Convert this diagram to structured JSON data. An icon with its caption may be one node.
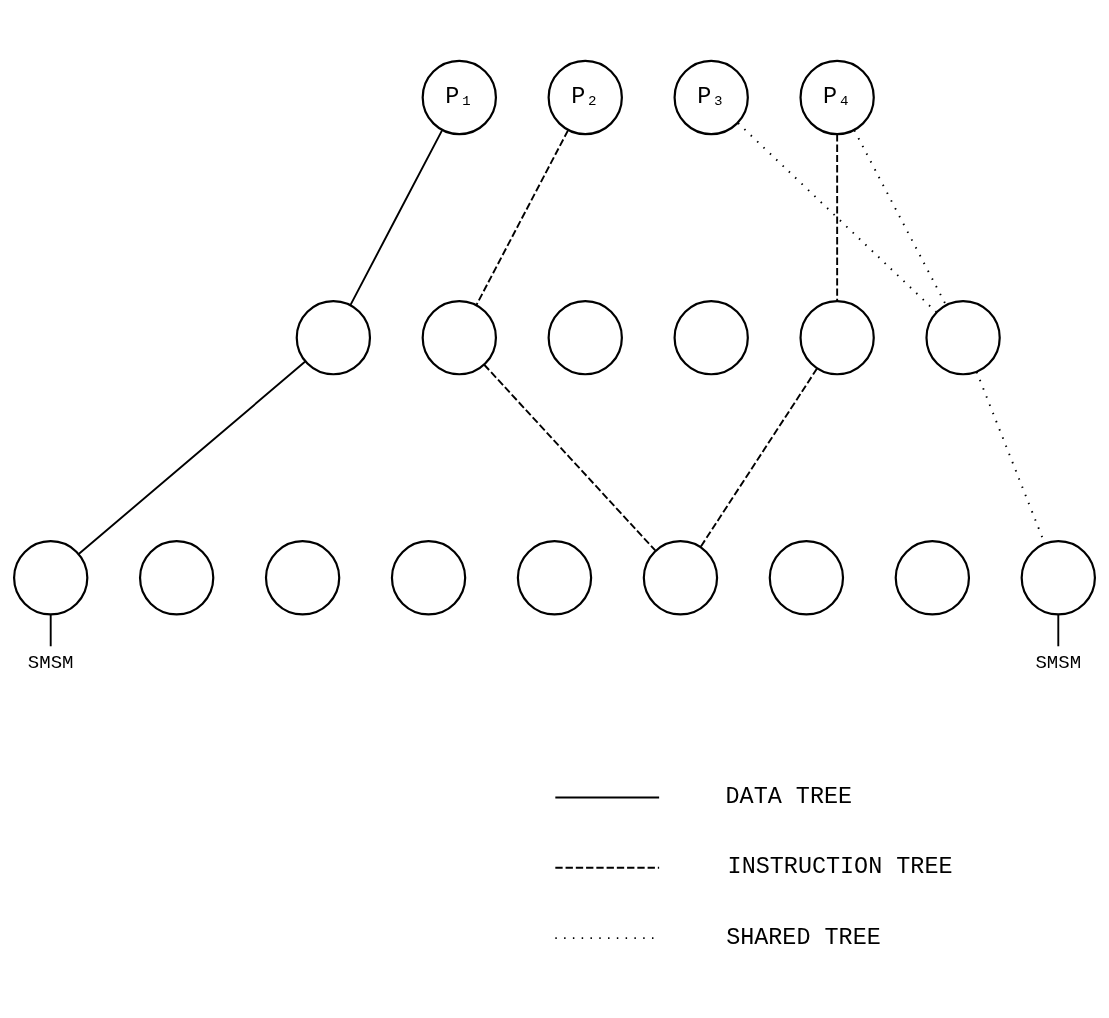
{
  "diagram": {
    "nodes": [
      {
        "text": [
          "P₁"
        ]
      },
      {
        "text": [
          "P₂"
        ]
      },
      {
        "text": [
          "P₃"
        ]
      },
      {
        "text": [
          "P₄"
        ]
      },
      {
        "text": [],
        "shape": "circle"
      },
      {
        "text": [],
        "shape": "circle"
      },
      {
        "text": [],
        "shape": "circle"
      },
      {
        "text": [],
        "shape": "circle"
      },
      {
        "text": [],
        "shape": "circle"
      },
      {
        "text": [],
        "shape": "circle"
      },
      {
        "text": [],
        "shape": "circle"
      },
      {
        "text": [],
        "shape": "circle"
      },
      {
        "text": [],
        "shape": "circle"
      },
      {
        "text": [],
        "shape": "circle"
      },
      {
        "text": [],
        "shape": "circle"
      },
      {
        "text": [],
        "shape": "circle"
      },
      {
        "text": [],
        "shape": "circle"
      },
      {
        "text": [],
        "shape": "circle"
      },
      {
        "text": [],
        "shape": "circle"
      },
      {
        "text": [
          "SMSM"
        ]
      },
      {
        "text": [
          "SMSM"
        ]
      }
    ],
    "edges": [
      {
        "from": 0,
        "to": 4,
        "arrow": "none"
      },
      {
        "from": 4,
        "to": 10,
        "arrow": "none"
      },
      {
        "from": 1,
        "to": 5,
        "arrow": "none",
        "style": "dashed"
      },
      {
        "from": 5,
        "to": 15,
        "arrow": "none",
        "style": "dashed"
      },
      {
        "from": 3,
        "to": 8,
        "arrow": "none",
        "style": "dashed"
      },
      {
        "from": 8,
        "to": 15,
        "arrow": "none",
        "style": "dashed"
      },
      {
        "from": 2,
        "to": 9,
        "arrow": "none",
        "style": "dashed"
      },
      {
        "from": 3,
        "to": 9,
        "arrow": "none",
        "style": "dashed"
      },
      {
        "from": 9,
        "to": 18,
        "arrow": "none",
        "style": "dashed"
      },
      {
        "from": 10,
        "to": 19,
        "arrow": "none"
      },
      {
        "from": 18,
        "to": 20,
        "arrow": "none"
      }
    ],
    "legend": [
      {
        "text": "DATA TREE"
      },
      {
        "text": "INSTRUCTION TREE"
      },
      {
        "text": "SHARED TREE"
      }
    ]
  }
}
